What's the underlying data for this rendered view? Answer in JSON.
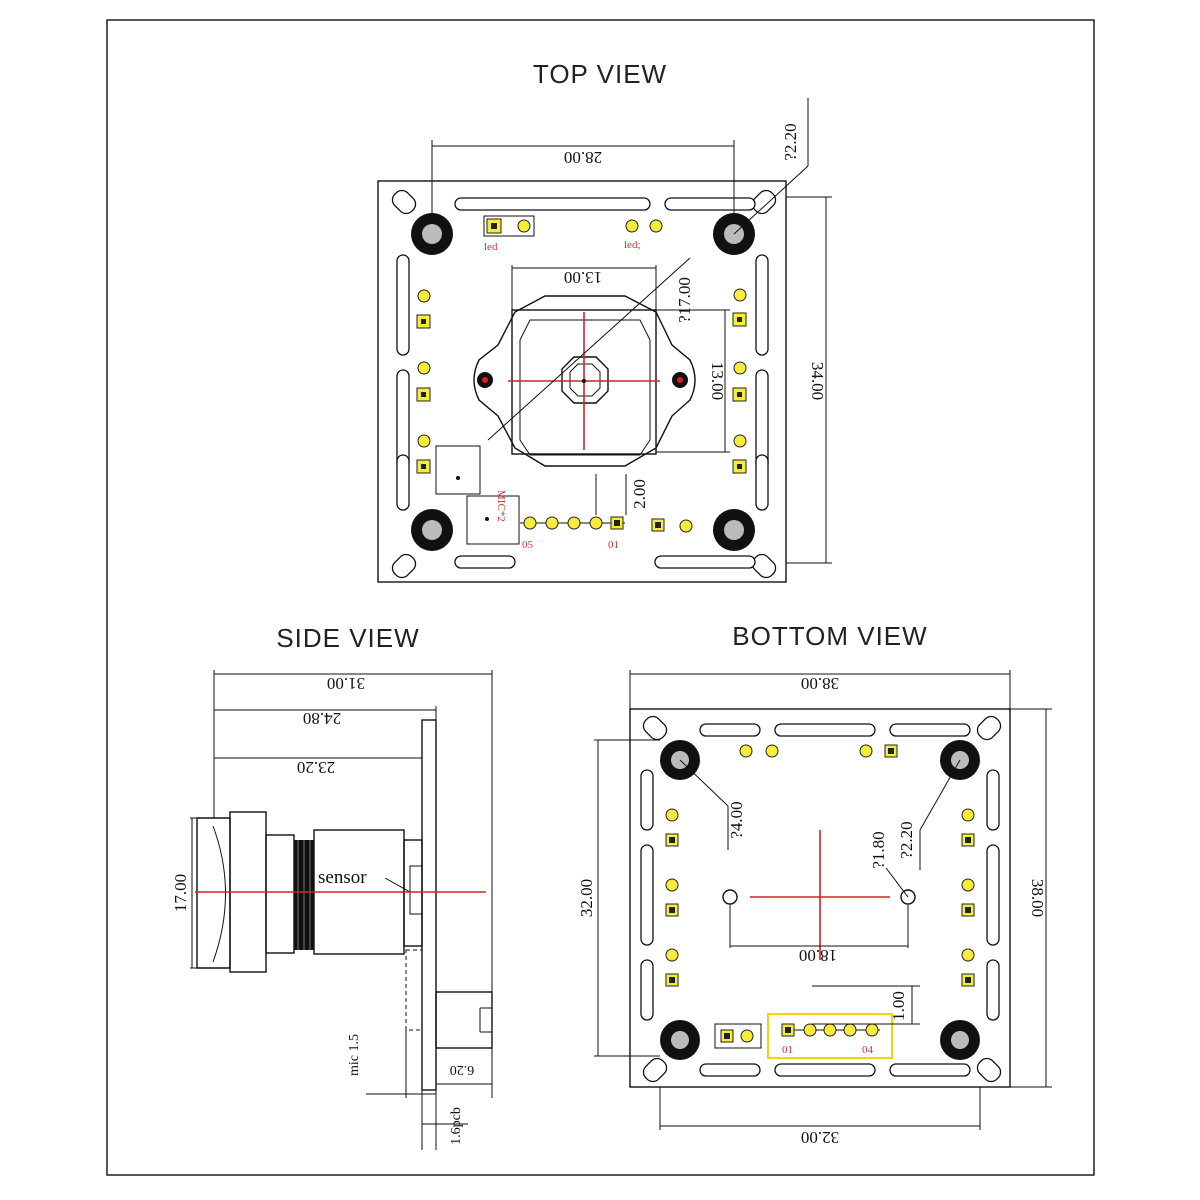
{
  "titles": {
    "top": "TOP VIEW",
    "side": "SIDE VIEW",
    "bottom": "BOTTOM  VIEW"
  },
  "top_view": {
    "dim_hole_spacing": "28.00",
    "dim_hole_dia": "?2.20",
    "dim_lens_dia": "?17.00",
    "dim_lens_width": "13.00",
    "dim_lens_height": "13.00",
    "dim_board_height": "34.00",
    "dim_pin_offset": "2.00",
    "label_led_left": "led",
    "label_led_right": "led;",
    "label_mic": "MIC*2",
    "pin_first": "01",
    "pin_last": "05"
  },
  "side_view": {
    "dim_total": "31.00",
    "dim_mid": "24.80",
    "dim_lens": "23.20",
    "dim_height": "17.00",
    "label_sensor": "sensor",
    "dim_mic": "mic 1.5",
    "dim_conn": "6.20",
    "dim_pcb": "1.6pcb"
  },
  "bottom_view": {
    "dim_width": "38.00",
    "dim_height": "38.00",
    "dim_hole_spacing_v": "32.00",
    "dim_hole_spacing_h": "32.00",
    "dim_hole_dia": "?4.00",
    "dim_small_dia": "?1.80",
    "dim_mount_dia": "?2.20",
    "dim_center_holes": "18.00",
    "dim_pin_offset": "1.00",
    "pin_first": "01",
    "pin_last": "04"
  },
  "colors": {
    "line": "#111111",
    "pad": "#f6ec3a",
    "centerline": "#d62020"
  }
}
